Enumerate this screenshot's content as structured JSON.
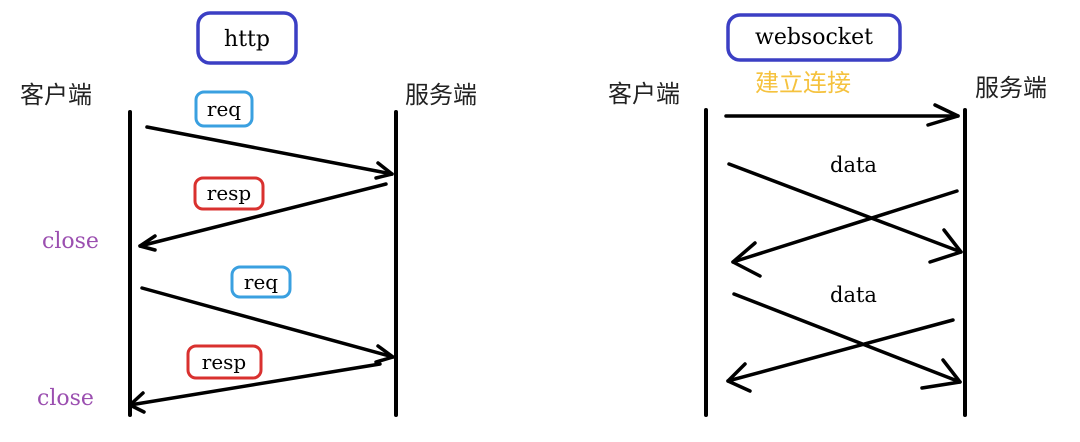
{
  "http": {
    "title": "http",
    "client_label": "客户端",
    "server_label": "服务端",
    "req1": "req",
    "resp1": "resp",
    "close1": "close",
    "req2": "req",
    "resp2": "resp",
    "close2": "close"
  },
  "websocket": {
    "title": "websocket",
    "client_label": "客户端",
    "server_label": "服务端",
    "connect_label": "建立连接",
    "data1": "data",
    "data2": "data"
  },
  "colors": {
    "title_box": "#3b3fc4",
    "req_box": "#3aa0e0",
    "resp_box": "#d9312f",
    "close_text": "#9b4fb0",
    "connect_text": "#f5c23e"
  }
}
